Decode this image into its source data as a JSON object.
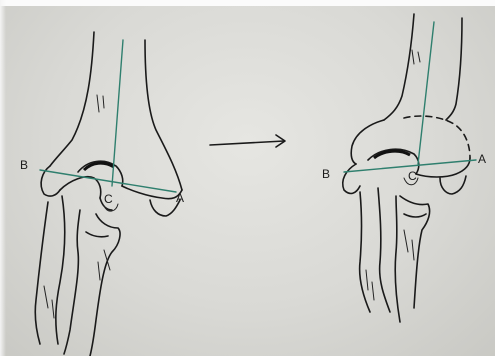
{
  "image": {
    "labels": {
      "left_B": "B",
      "left_C": "C",
      "left_A": "A",
      "right_B": "B",
      "right_C": "C",
      "right_A": "A"
    },
    "colors": {
      "paper": "#d9d9d5",
      "ink": "#1a1a1a",
      "axis_line": "#2f7f6e"
    }
  }
}
